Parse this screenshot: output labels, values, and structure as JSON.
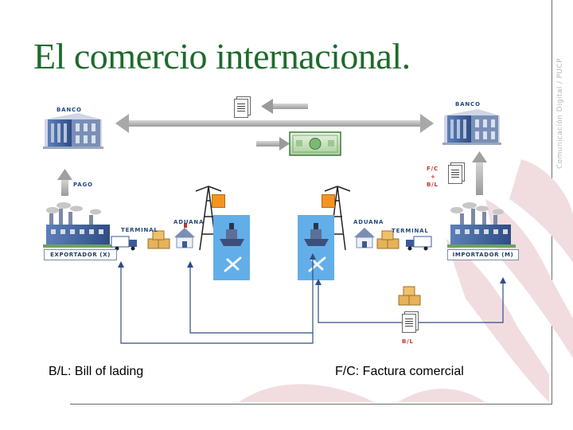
{
  "title": "El comercio internacional.",
  "side_text": "Comunicación Digital / PUCP",
  "labels": {
    "banco_left": "BANCO",
    "banco_right": "BANCO",
    "pago": "PAGO",
    "fc": "F/C",
    "plus": "+",
    "bl_right": "B/L",
    "terminal_left": "TERMINAL",
    "aduana_left": "ADUANA",
    "aduana_right": "ADUANA",
    "terminal_right": "TERMINAL",
    "exportador": "EXPORTADOR (X)",
    "importador": "IMPORTADOR (M)",
    "bl_bottom": "B/L"
  },
  "legend": {
    "bl": "B/L: Bill of lading",
    "fc": "F/C: Factura comercial"
  },
  "colors": {
    "title": "#1e6b2c",
    "accent_orange": "#f39422",
    "panel_blue": "#62aee9",
    "arrow_gray": "#b0b0b0",
    "label_blue": "#234a7a",
    "label_red": "#c0392b"
  }
}
